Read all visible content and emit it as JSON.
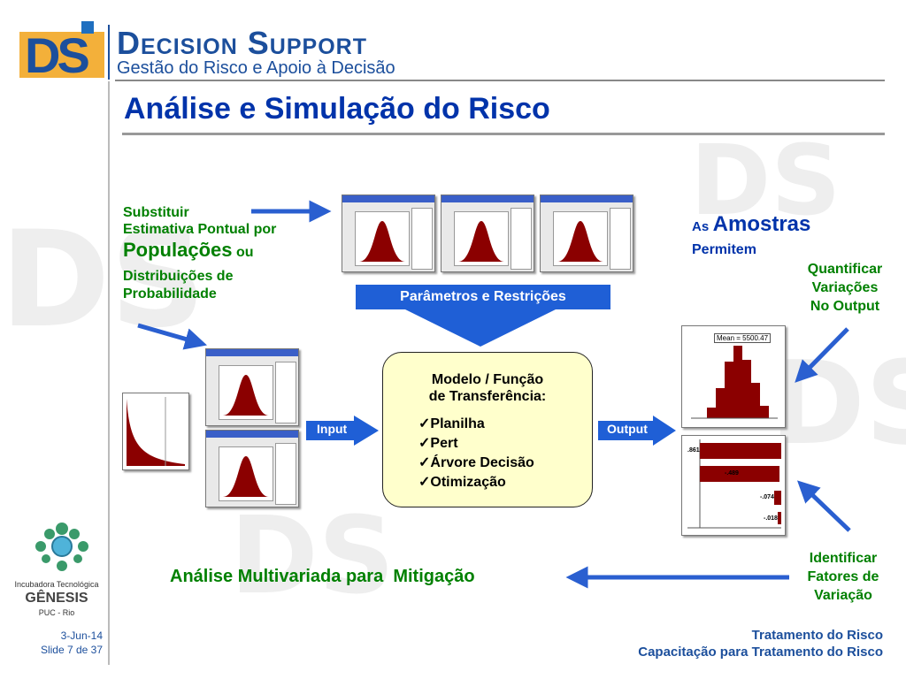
{
  "header": {
    "logo_letters": "DS",
    "company": "Decision Support",
    "tagline": "Gestão do Risco e Apoio à Decisão"
  },
  "title": "Análise e Simulação do Risco",
  "left_text": {
    "line1": "Substituir",
    "line2": "Estimativa Pontual por",
    "line3_big": "Populações",
    "line3_small": "ou",
    "line4": "Distribuições de",
    "line5": "Probabilidade"
  },
  "params_label": "Parâmetros e Restrições",
  "model_box": {
    "title_line1": "Modelo / Função",
    "title_line2": "de Transferência:",
    "items": [
      "✓Planilha",
      "✓Pert",
      "✓Árvore Decisão",
      "✓Otimização"
    ]
  },
  "input_label": "Input",
  "output_label": "Output",
  "right_text": {
    "as_small": "As",
    "amostras": "Amostras",
    "permitem": "Permitem",
    "quant1": "Quantificar",
    "quant2": "Variações",
    "quant3": "No Output"
  },
  "histogram_label": "Mean = 5500.47",
  "tornado_labels": [
    ".861",
    "-.489",
    "-.074",
    "-.018"
  ],
  "identify": {
    "l1": "Identificar",
    "l2": "Fatores de",
    "l3": "Variação"
  },
  "bottom_label": "Análise Multivariada para  Mitigação",
  "sidebar": {
    "incubadora": "Incubadora Tecnológica",
    "genesis": "GÊNESIS",
    "puc": "PUC - Rio",
    "date": "3-Jun-14",
    "slide": "Slide 7 de 37"
  },
  "footer": {
    "line1": "Tratamento do Risco",
    "line2": "Capacitação para Tratamento do Risco"
  },
  "colors": {
    "accent_blue": "#1f5fd6",
    "title_blue": "#0033aa",
    "green": "#008000",
    "dark_red": "#8b0000"
  }
}
